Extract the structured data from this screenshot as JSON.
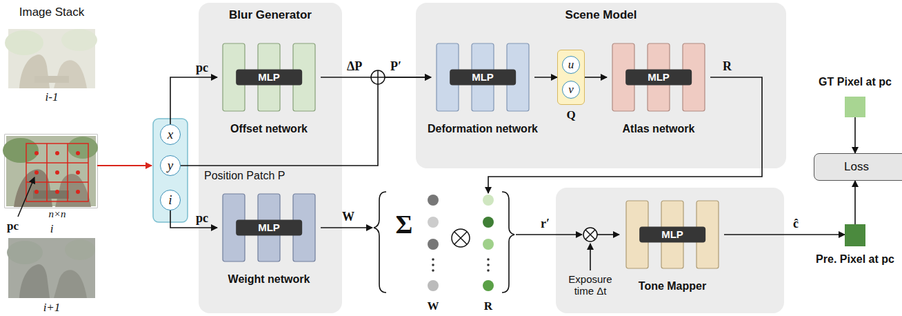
{
  "diagram": {
    "nodes": [
      {
        "text": [
          "x"
        ]
      },
      {
        "text": [
          "y"
        ]
      },
      {
        "text": [
          "i"
        ]
      },
      {
        "text": [
          "Blur Generator"
        ]
      },
      {
        "text": [
          "MLP",
          "Offset network"
        ],
        "in": 3
      },
      {
        "text": [
          "MLP",
          "Weight network"
        ],
        "in": 3
      },
      {
        "text": [
          "Scene Model"
        ]
      },
      {
        "text": [
          "MLP",
          "Deformation network"
        ],
        "in": 6
      },
      {
        "text": [
          "Q"
        ],
        "in": 6
      },
      {
        "text": [
          "u"
        ],
        "in": 8
      },
      {
        "text": [
          "v"
        ],
        "in": 8
      },
      {
        "text": [
          "MLP",
          "Atlas network"
        ],
        "in": 6
      },
      {
        "text": [
          "MLP",
          "Tone Mapper"
        ]
      },
      {
        "text": [
          "GT Pixel at pc"
        ]
      },
      {
        "text": [
          "Loss"
        ]
      },
      {
        "text": [
          "Pre. Pixel at pc"
        ]
      }
    ],
    "edges": [
      {
        "from": 0,
        "to": 4,
        "label": "pc",
        "arrow": "to"
      },
      {
        "from": 1,
        "to": 7,
        "label": "Position Patch P",
        "arrow": "to"
      },
      {
        "from": 2,
        "to": 5,
        "label": "pc",
        "arrow": "to"
      },
      {
        "from": 4,
        "to": 7,
        "label": "ΔP",
        "arrow": "to"
      },
      {
        "from": 7,
        "to": 8,
        "arrow": "to"
      },
      {
        "from": 8,
        "to": 11,
        "arrow": "to"
      },
      {
        "from": 12,
        "to": 15,
        "label": "ĉ",
        "arrow": "to"
      },
      {
        "from": 13,
        "to": 14,
        "arrow": "to"
      },
      {
        "from": 15,
        "to": 14,
        "arrow": "to"
      }
    ],
    "labels": [
      "Image Stack",
      "i-1",
      "i",
      "i+1",
      "pc",
      "n×n",
      "P′",
      "R",
      "W",
      "Σ",
      "W",
      "R",
      "r′",
      "Exposure time Δt"
    ]
  }
}
